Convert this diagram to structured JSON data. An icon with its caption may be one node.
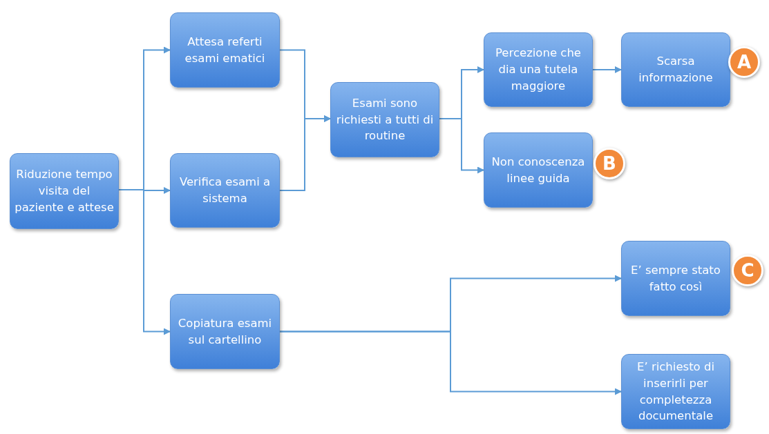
{
  "diagram": {
    "nodes": [
      {
        "text": [
          "Riduzione tempo visita del paziente e attese"
        ]
      },
      {
        "text": [
          "Attesa referti esami ematici"
        ]
      },
      {
        "text": [
          "Verifica esami a sistema"
        ]
      },
      {
        "text": [
          "Copiatura esami sul cartellino"
        ]
      },
      {
        "text": [
          "Esami sono richiesti a tutti di routine"
        ]
      },
      {
        "text": [
          "Percezione  che dia una tutela maggiore"
        ]
      },
      {
        "text": [
          "Scarsa informazione"
        ]
      },
      {
        "text": [
          "Non conoscenza linee guida"
        ]
      },
      {
        "text": [
          "E’ sempre stato fatto così"
        ]
      },
      {
        "text": [
          "E’  richiesto di inserirli  per completezza documentale"
        ]
      },
      {
        "text": [
          "A"
        ]
      },
      {
        "text": [
          "B"
        ]
      },
      {
        "text": [
          "C"
        ]
      }
    ],
    "edges": [
      {
        "from": 0,
        "to": 1,
        "arrow": "to"
      },
      {
        "from": 0,
        "to": 2,
        "arrow": "to"
      },
      {
        "from": 0,
        "to": 3,
        "arrow": "to"
      },
      {
        "from": 1,
        "to": 4,
        "arrow": "to"
      },
      {
        "from": 2,
        "to": 4,
        "arrow": "to"
      },
      {
        "from": 4,
        "to": 5,
        "arrow": "to"
      },
      {
        "from": 4,
        "to": 7,
        "arrow": "to"
      },
      {
        "from": 5,
        "to": 6,
        "arrow": "to"
      },
      {
        "from": 3,
        "to": 8,
        "arrow": "to"
      },
      {
        "from": 3,
        "to": 9,
        "arrow": "to"
      }
    ]
  }
}
